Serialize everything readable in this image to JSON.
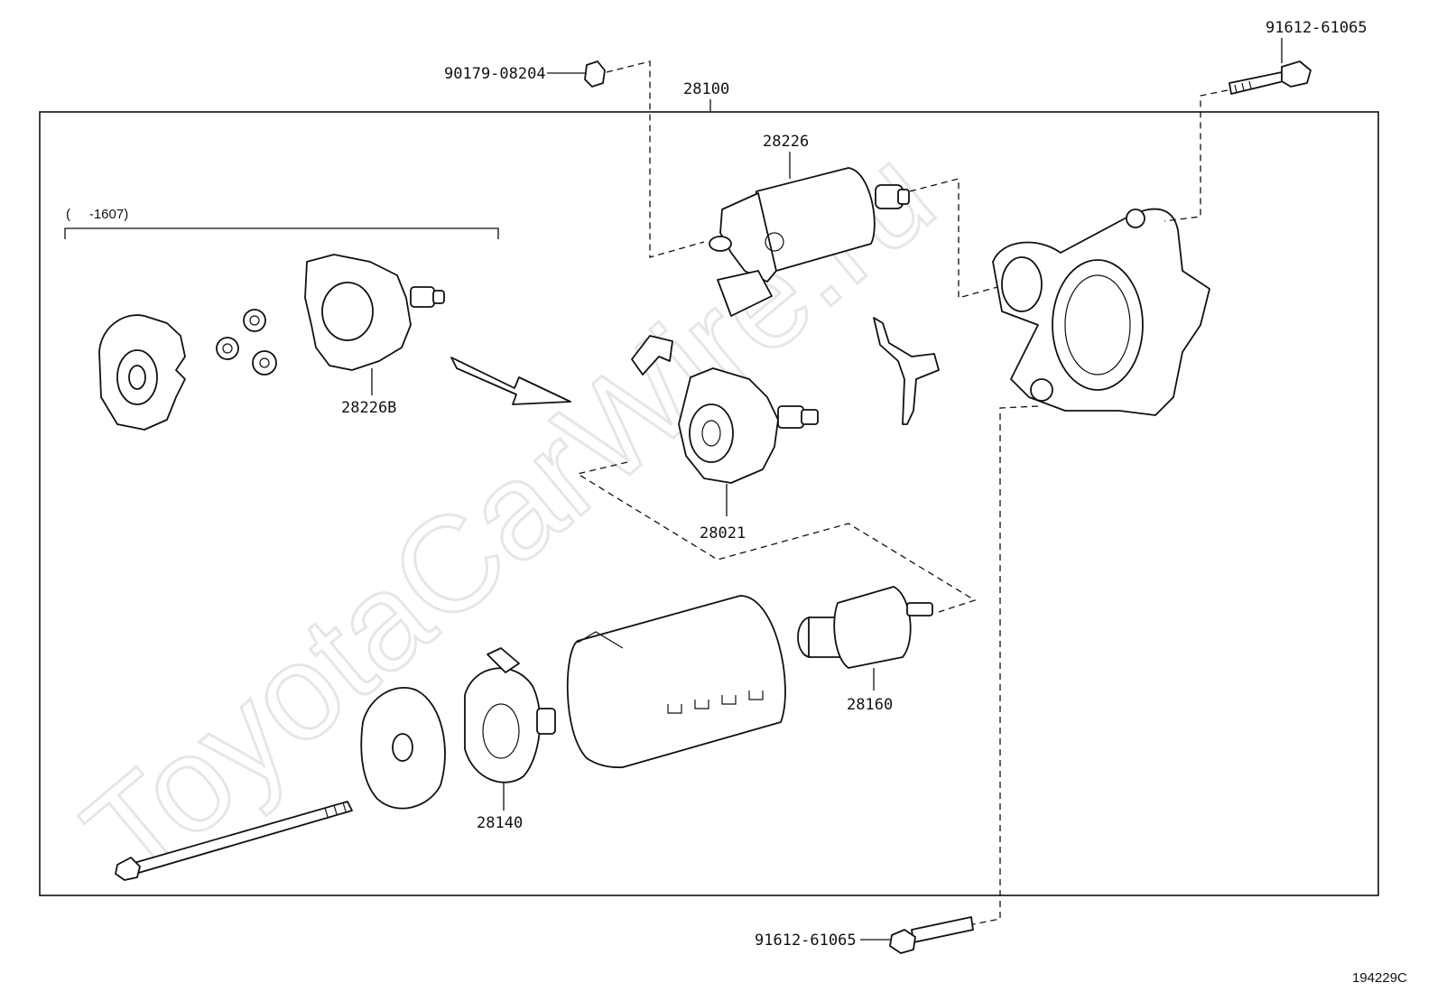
{
  "diagram": {
    "watermark": "ToyotaCarWire.ru",
    "figure_code": "194229C",
    "callouts": {
      "assembly": "28100",
      "solenoid": "28226",
      "bracket_range": "(     -1607)",
      "clutch_sub": "28226B",
      "brush_holder": "28021",
      "armature": "28160",
      "end_frame": "28140",
      "nut": "90179-08204",
      "bolt_top": "91612-61065",
      "bolt_bottom": "91612-61065"
    }
  }
}
